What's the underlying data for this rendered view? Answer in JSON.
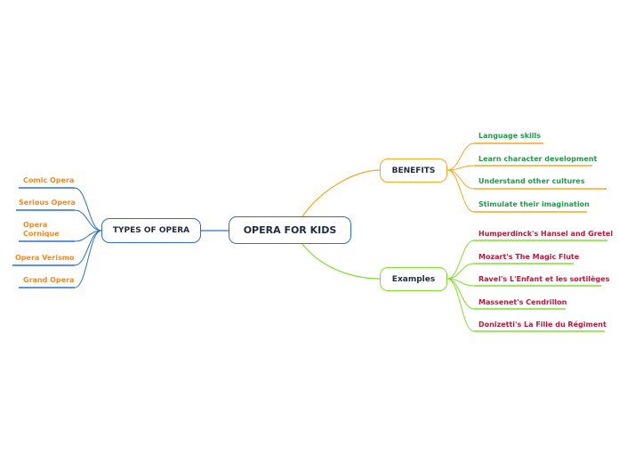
{
  "central": {
    "label": "OPERA FOR KIDS"
  },
  "types": {
    "label": "TYPES OF OPERA",
    "items": [
      {
        "label": "Comic Opera"
      },
      {
        "label": "Serious Opera"
      },
      {
        "label": "Opera\nCornique"
      },
      {
        "label": "Opera Verismo"
      },
      {
        "label": "Grand Opera"
      }
    ]
  },
  "benefits": {
    "label": "BENEFITS",
    "items": [
      {
        "label": "Language skills"
      },
      {
        "label": "Learn character development"
      },
      {
        "label": "Understand other cultures"
      },
      {
        "label": "Stimulate their imagination"
      }
    ]
  },
  "examples": {
    "label": "Examples",
    "items": [
      {
        "label": "Humperdinck's Hansel and Gretel"
      },
      {
        "label": "Mozart's The Magic Flute"
      },
      {
        "label": "Ravel's L'Enfant et les sortilèges"
      },
      {
        "label": "Massenet's Cendrillon"
      },
      {
        "label": "Donizetti's La Fille du Régiment"
      }
    ]
  },
  "colors": {
    "blue_branch": "#2a6fc9",
    "blue_text": "#f28a1e",
    "orange_branch": "#f5a623",
    "green_branch": "#7ee02c",
    "benefit_text": "#1e9c4a",
    "example_text": "#c0143c"
  }
}
